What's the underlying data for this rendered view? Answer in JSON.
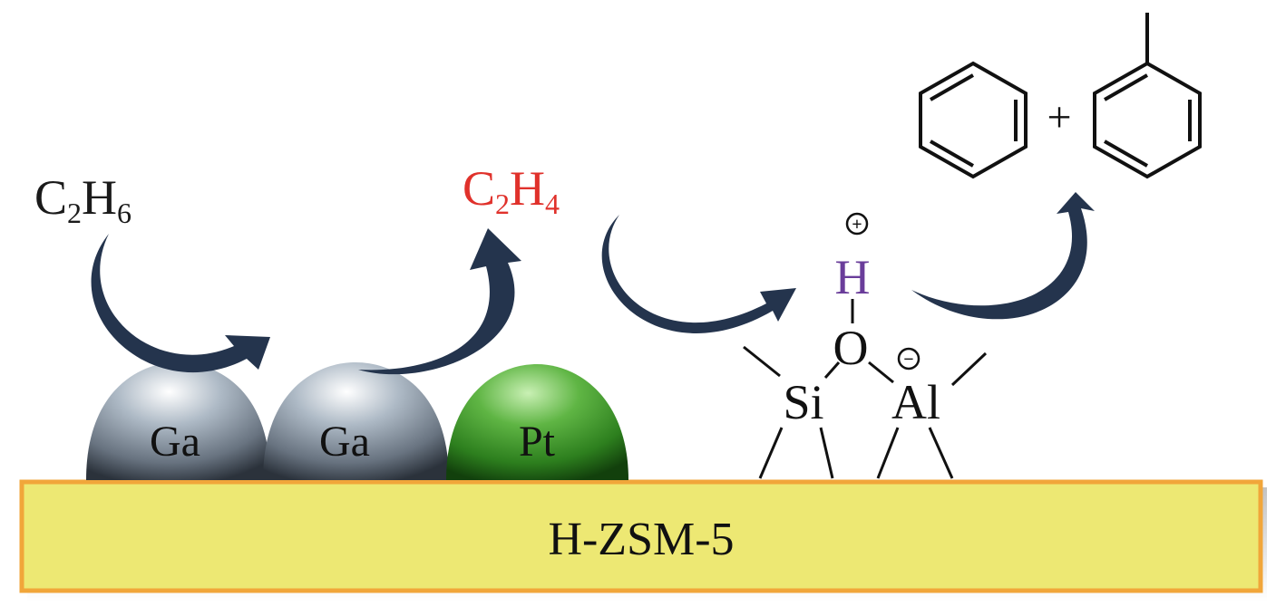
{
  "support": {
    "label": "H-ZSM-5",
    "fill": "#ede873",
    "border": "#f1a63a"
  },
  "particles": [
    {
      "label": "Ga",
      "kind": "gallium"
    },
    {
      "label": "Ga",
      "kind": "gallium"
    },
    {
      "label": "Pt",
      "kind": "platinum"
    }
  ],
  "molecules": {
    "reactant": {
      "base": "C",
      "sub1": "2",
      "mid": "H",
      "sub2": "6",
      "color": "#1a1a1a"
    },
    "intermediate": {
      "base": "C",
      "sub1": "2",
      "mid": "H",
      "sub2": "4",
      "color": "#e0312b"
    }
  },
  "acid_site": {
    "proton": "H",
    "proton_color": "#6a3d9a",
    "oxygen": "O",
    "silicon": "Si",
    "aluminum": "Al",
    "plus_charge": "+",
    "minus_charge": "−"
  },
  "products": {
    "plus": "+",
    "items": [
      "benzene",
      "toluene"
    ]
  },
  "arrow_color": "#24344d"
}
